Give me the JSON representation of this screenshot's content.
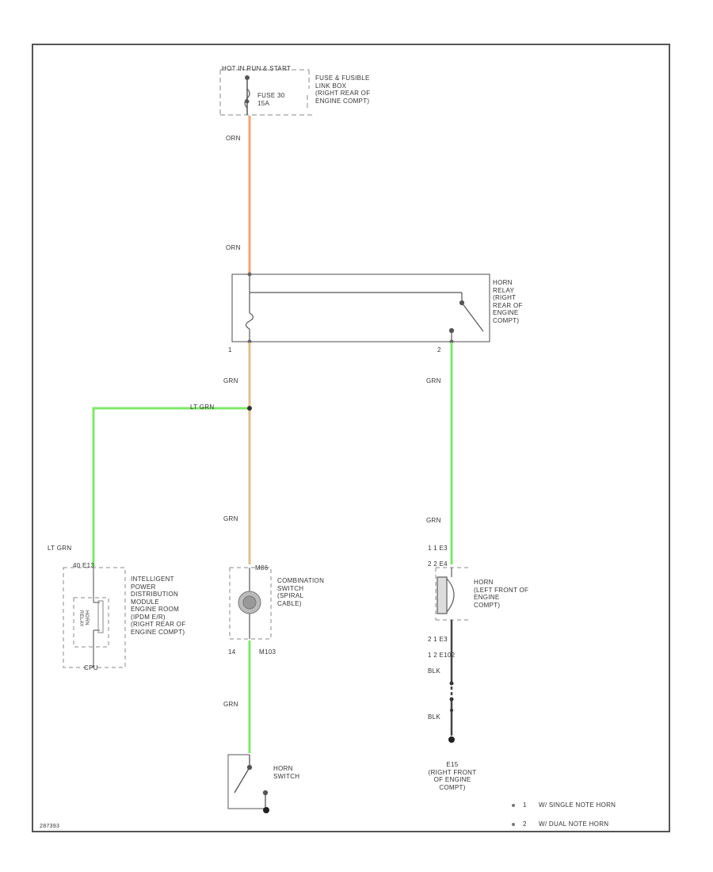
{
  "colors": {
    "orange_wire": "#f5a572",
    "tan_wire": "#e0c08e",
    "green_wire": "#7ee86a",
    "line": "#555555"
  },
  "fuse_box": {
    "top_label": "HOT IN RUN & START",
    "fuse_label": "FUSE 30\n15A",
    "name": "FUSE & FUSIBLE\nLINK BOX\n(RIGHT REAR OF\nENGINE COMPT)"
  },
  "wires": {
    "orn_top": "ORN",
    "orn_bottom": "ORN",
    "grn_relay_out": "GRN",
    "lt_grn_junction": "LT GRN",
    "grn_mid": "GRN",
    "lt_grn_ipdm": "LT GRN",
    "grn_horn_in_upper": "GRN",
    "grn_horn_in_lower": "GRN",
    "grn_switch": "GRN",
    "blk_upper": "BLK",
    "blk_lower": "BLK"
  },
  "relay": {
    "name": "HORN\nRELAY\n(RIGHT\nREAR OF\nENGINE\nCOMPT)",
    "pin_left": "1",
    "pin_right": "2"
  },
  "ipdm": {
    "connector": "40  E13",
    "name": "INTELLIGENT\nPOWER\nDISTRIBUTION\nMODULE\nENGINE ROOM\n(IPDM E/R)\n(RIGHT REAR OF\nENGINE COMPT)",
    "inner": "HORN\nRELAY",
    "bottom": "CPU"
  },
  "combo_switch": {
    "top_pin": "M86",
    "name": "COMBINATION\nSWITCH\n(SPIRAL\nCABLE)",
    "bottom_pin": "14",
    "bottom_conn": "M103"
  },
  "horn": {
    "row1": "1   1   E3",
    "row2": "2   2   E4",
    "name": "HORN\n(LEFT FRONT OF\nENGINE\nCOMPT)",
    "row3": "2   1   E3",
    "row4": "1   2   E102"
  },
  "ground": {
    "name": "E15\n(RIGHT FRONT\nOF ENGINE\nCOMPT)"
  },
  "horn_switch": {
    "name": "HORN\nSWITCH"
  },
  "legend": [
    {
      "num": "1",
      "text": "W/ SINGLE NOTE HORN"
    },
    {
      "num": "2",
      "text": "W/ DUAL NOTE HORN"
    }
  ],
  "footer_id": "287393"
}
